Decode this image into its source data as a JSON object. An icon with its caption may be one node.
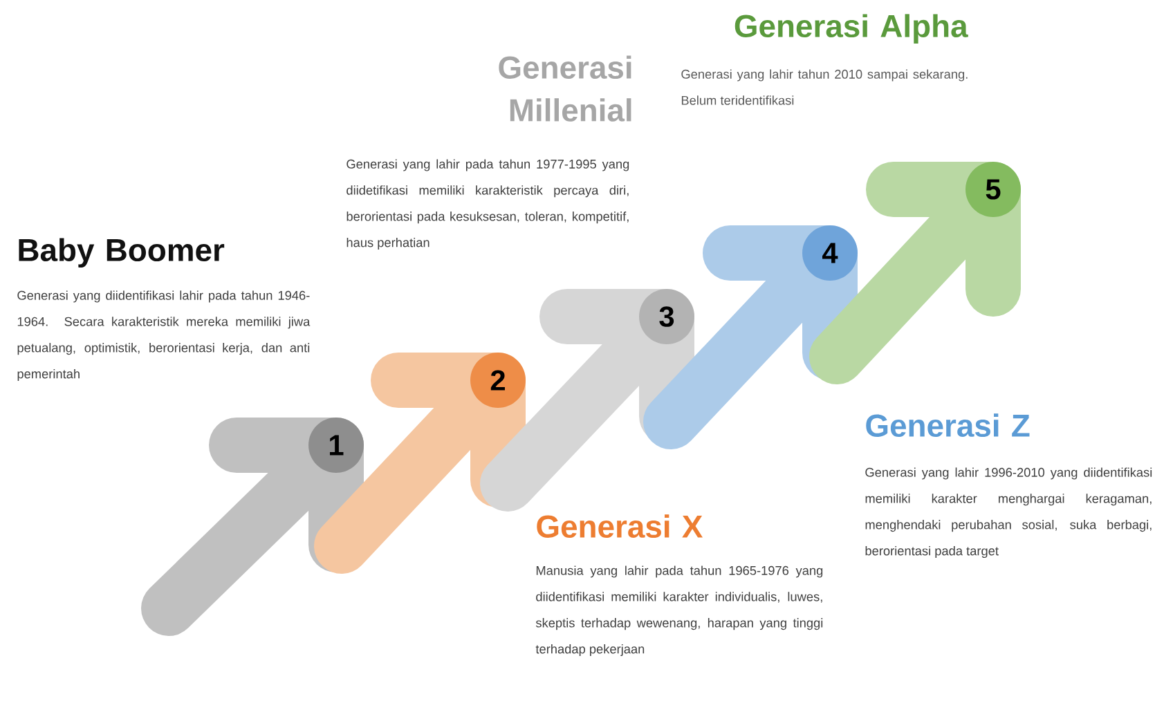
{
  "diagram": {
    "nodes": [
      {
        "text": [
          "1"
        ]
      },
      {
        "text": [
          "2"
        ]
      },
      {
        "text": [
          "3"
        ]
      },
      {
        "text": [
          "4"
        ]
      },
      {
        "text": [
          "5"
        ]
      }
    ],
    "labels": [
      "Generasi Alpha",
      "Generasi yang lahir tahun 2010 sampai sekarang. Belum teridentifikasi",
      "Generasi Millenial",
      "Generasi yang lahir pada tahun 1977-1995 yang diidetifikasi memiliki karakteristik percaya diri, berorientasi pada kesuksesan, toleran, kompetitif, haus perhatian",
      "Baby Boomer",
      "Generasi yang diidentifikasi lahir pada tahun 1946-1964. Secara karakteristik mereka memiliki jiwa petualang, optimistik, berorientasi kerja, dan anti pemerintah",
      "Generasi Z",
      "Generasi yang lahir 1996-2010 yang diidentifikasi memiliki karakter menghargai keragaman, menghendaki perubahan sosial, suka berbagi, berorientasi pada target",
      "Generasi X",
      "Manusia yang lahir pada tahun 1965-1976 yang diidentifikasi memiliki karakter individualis, luwes, skeptis terhadap wewenang, harapan yang tinggi terhadap pekerjaan"
    ]
  }
}
